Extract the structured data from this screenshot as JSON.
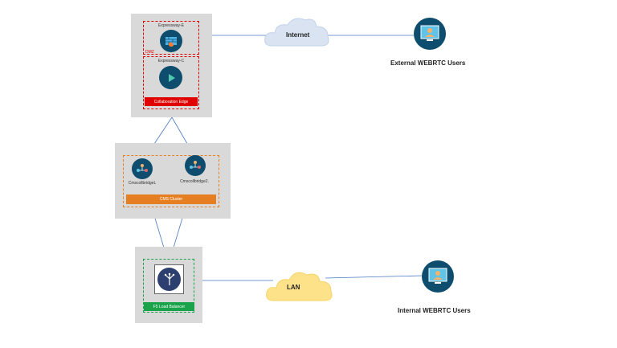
{
  "colors": {
    "panel": "#d9d9d9",
    "red": "#e00000",
    "orange": "#e67e22",
    "green": "#1aa34a",
    "icon_dark": "#0e4d6e",
    "internet_cloud": "#d9e3f2",
    "lan_cloud": "#fde28a",
    "line": "#4a78c2"
  },
  "dmz": {
    "label": "DMZ",
    "expressway_e": "Expressway-E",
    "expressway_c": "Expressway-C",
    "collab_edge": "Collaboration Edge"
  },
  "cms": {
    "node1": "CmscollbridgeL",
    "node2": "Cmscollbridge2.",
    "cluster": "CMS Cluster"
  },
  "lb": {
    "label": "F5 Load Balancer"
  },
  "clouds": {
    "internet": "Internet",
    "lan": "LAN"
  },
  "users": {
    "external": "External WEBRTC Users",
    "internal": "Internal WEBRTC Users"
  },
  "icons": [
    "firewall-icon",
    "play-icon",
    "people-network-icon",
    "load-balancer-icon",
    "webrtc-user-icon"
  ]
}
